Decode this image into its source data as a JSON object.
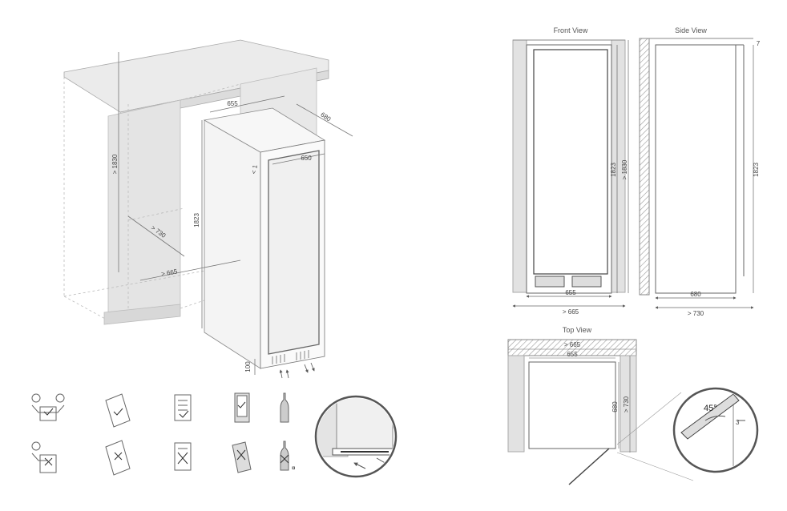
{
  "isometric": {
    "dims": {
      "width_top": "655",
      "depth_top": "680",
      "door_width": "650",
      "gap": "< 1",
      "niche_height": "> 1830",
      "niche_depth": "> 730",
      "niche_width": "> 665",
      "appliance_height": "1823",
      "plinth_height": "100"
    }
  },
  "front_view": {
    "title": "Front View",
    "width": "655",
    "niche_width": "> 665",
    "height": "1823",
    "niche_height": "> 1830"
  },
  "side_view": {
    "title": "Side View",
    "top_gap": "7",
    "height": "1823",
    "depth": "680",
    "niche_depth": "> 730"
  },
  "top_view": {
    "title": "Top View",
    "niche_width": "> 665",
    "width": "655",
    "depth": "680",
    "niche_depth": "> 730",
    "angle": "45°",
    "gap": "3"
  },
  "icons": {
    "top_row": [
      "two-people-carry-icon",
      "manual-check-icon",
      "label-check-icon",
      "upright-fridge-check-icon",
      "bottle-upright-icon"
    ],
    "bottom_row": [
      "two-people-carry-cross-icon",
      "manual-cross-icon",
      "label-cross-icon",
      "tilted-fridge-cross-icon",
      "bottle-cross-icon"
    ]
  }
}
